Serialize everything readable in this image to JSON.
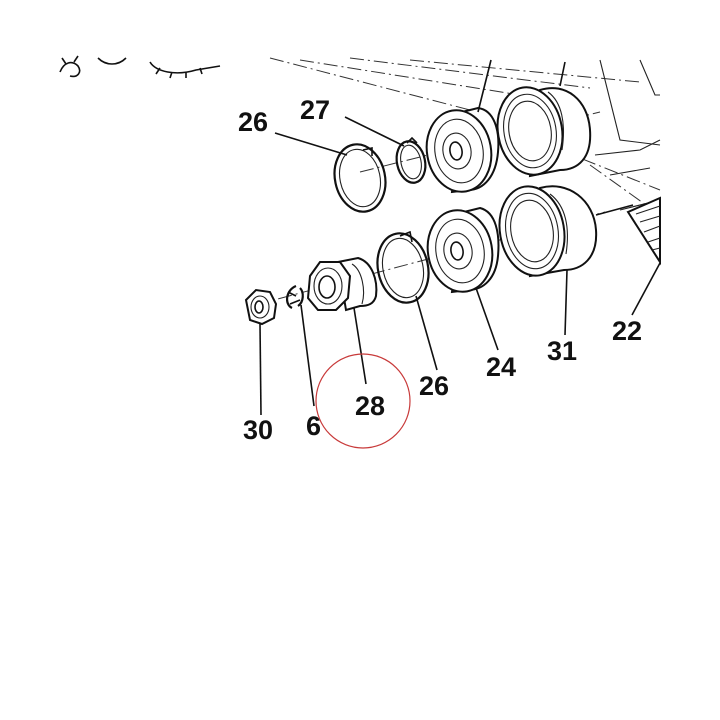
{
  "diagram": {
    "callouts": [
      {
        "id": "c26a",
        "text": "26"
      },
      {
        "id": "c27",
        "text": "27"
      },
      {
        "id": "c22",
        "text": "22"
      },
      {
        "id": "c31",
        "text": "31"
      },
      {
        "id": "c24",
        "text": "24"
      },
      {
        "id": "c26b",
        "text": "26"
      },
      {
        "id": "c28",
        "text": "28"
      },
      {
        "id": "c30",
        "text": "30"
      },
      {
        "id": "c6",
        "text": "6"
      }
    ],
    "colors": {
      "line": "#111111",
      "highlight_circle": "#c83a3a",
      "background": "#ffffff"
    }
  }
}
